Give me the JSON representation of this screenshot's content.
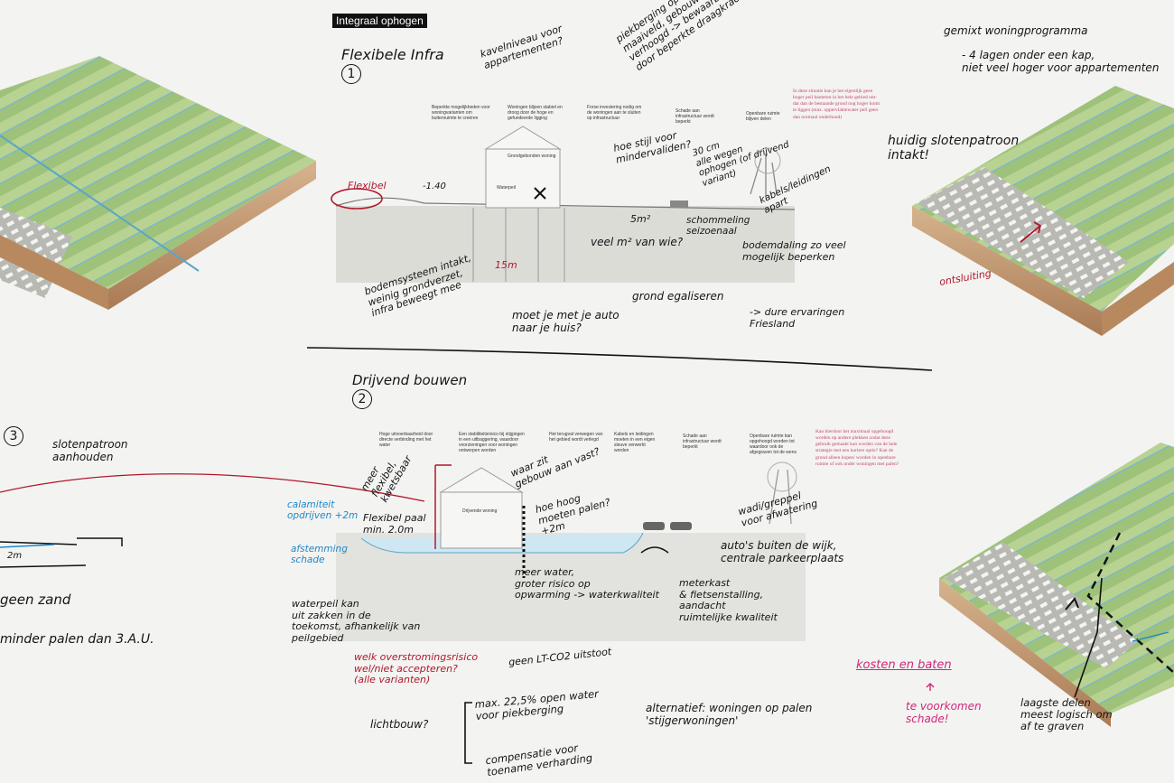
{
  "title": {
    "tag": "Integraal ophogen",
    "subtitle": "Flexibele Infra",
    "number": "1"
  },
  "top_right": {
    "line1": "gemixt woningprogramma",
    "line2": "- 4 lagen onder een kap,\n niet veel hoger voor appartementen"
  },
  "top_notes": {
    "kavelniveau": "kavelniveau voor\nappartementen?",
    "piekberging": "piekberging op het\nmaaiveld, gebouwen & infra\nverhoogd -> bewaarbaar\ndoor beperkte draagkracht"
  },
  "right_notes": {
    "slotenpatroon": "huidig slotenpatroon\nintakt!",
    "ontsluiting": "ontsluiting"
  },
  "section1_notes": {
    "hoe_stijl": "hoe stijl voor\nmindervaliden?",
    "ophogen": "30 cm\nalle wegen\nophogen (of drijvend\nvariant)",
    "kabels": "kabels/leidingen\napart",
    "hoogte": "-1.40",
    "flexibel": "Flexibel",
    "schommeling": "schommeling\nseizoenaal",
    "veel_m2": "veel m² van wie?",
    "m2": "5m²",
    "bodem_paal": "15m",
    "bodemdaling": "bodemdaling zo veel\nmogelijk beperken",
    "bodemsysteem": "bodemsysteem intakt,\nweinig grondverzet,\ninfra beweegt mee",
    "grond": "grond egaliseren",
    "auto": "moet je met je auto\nnaar je huis?",
    "ervaringen": "-> dure ervaringen\nFriesland"
  },
  "section2": {
    "title": "Drijvend bouwen",
    "number": "2"
  },
  "section2_notes": {
    "meer_flex": "meer\nflexibel,\nkwetsbaar",
    "waar_gebouw": "waar zit\ngebouw aan vast?",
    "hoe_hoog": "hoe hoog\nmoeten palen?\n+2m",
    "calamiteit": "calamiteit\nopdrijven +2m",
    "afstemming": "afstemming\nschade",
    "flexibel_paal": "Flexibel paal\nmin. 2.0m",
    "wadi": "wadi/greppel\nvoor afwatering",
    "autos": "auto's buiten de wijk,\ncentrale parkeerplaats",
    "meer_water": "meer water,\ngroter risico op\nopwarming -> waterkwaliteit",
    "meterkast": "meterkast\n& fietsenstalling,\naandacht\nruimtelijke kwaliteit",
    "waterpeil": "waterpeil kan\nuit zakken in de\ntoekomst, afhankelijk van\npeilgebied",
    "overstroming": "welk overstromingsrisico\nwel/niet accepteren?\n(alle varianten)",
    "co2": "geen LT-CO2 uitstoot",
    "lichtbouw": "lichtbouw?",
    "open_water": "max. 22,5% open water\nvoor piekberging",
    "compensatie": "compensatie voor\ntoename verharding",
    "alternatief": "alternatief: woningen op palen\n'stijgerwoningen'",
    "kosten": "kosten en baten",
    "voorkomen": "te voorkomen\nschade!",
    "laagste": "laagste delen\nmeest logisch om\naf te graven"
  },
  "section3_notes": {
    "number": "3",
    "sloten": "slotenpatroon\naanhouden",
    "m": "2m",
    "zand": "geen zand",
    "palen": "minder palen dan 3.A.U."
  },
  "printed_top": {
    "c1": "Beperkte mogelijkheden voor\nwoningvarianten om\nbuitenruimte te creëren",
    "c2": "Woningen blijven stabiel en\ndroog door de hoge en\ngefundeerde ligging",
    "c3": "Forse investering nodig om\nde woningen aan te sluiten\nop infrastructuur",
    "c4": "Schade aan\ninfrastructuur wordt\nbeperkt",
    "c5": "Openbare ruimte\nblijven delen",
    "red": "In deze situatie kan je het eigenlijk geen\nhoger peil hanteren in het hele gebied om-\ndat dan de bestaande grond nog hoger komt\nte liggen (max. oppervlaktewater peil geen\ndan normaal onderhoud)",
    "woning": "Grondgebonden woning",
    "peil": "Waterpeil"
  },
  "printed_bottom": {
    "c1": "Hoge uitvoerbaarheid door\ndirecte verbinding met het\nwater",
    "c2": "Een stabiliteitsrisico bij stijgingen\nin een uitbaggering, waardoor\nvoorzieningen voor woningen\nontworpen worden",
    "c3": "Het terugval verwegen van\nhet gebied wordt verlegd",
    "c4": "Kabels en leidingen\nmoeten in een eigen\nsleuve verwerkt\nworden",
    "c5": "Schade aan\ninfrastructuur wordt\nbeperkt",
    "c6": "Openbare ruimte kan\nopgehoogd worden tot\nwaardoor ook de\nafgegraven tot de wens",
    "red": "Kan hierdoor het maximaal opgehoogd\nworden op andere plekken zodat deze\ngebruik gemaakt kan worden van de hele\nstrategie met een kortere optie? Kan de\ngrond alleen kopen/ worden in openbare\nruimte of ook onder woningen met palen?",
    "woning": "Drijvende woning"
  },
  "colors": {
    "ink": "#141414",
    "red": "#b0182a",
    "pink": "#d2267a",
    "blue": "#1e88c8",
    "paper": "#f3f3f1"
  }
}
